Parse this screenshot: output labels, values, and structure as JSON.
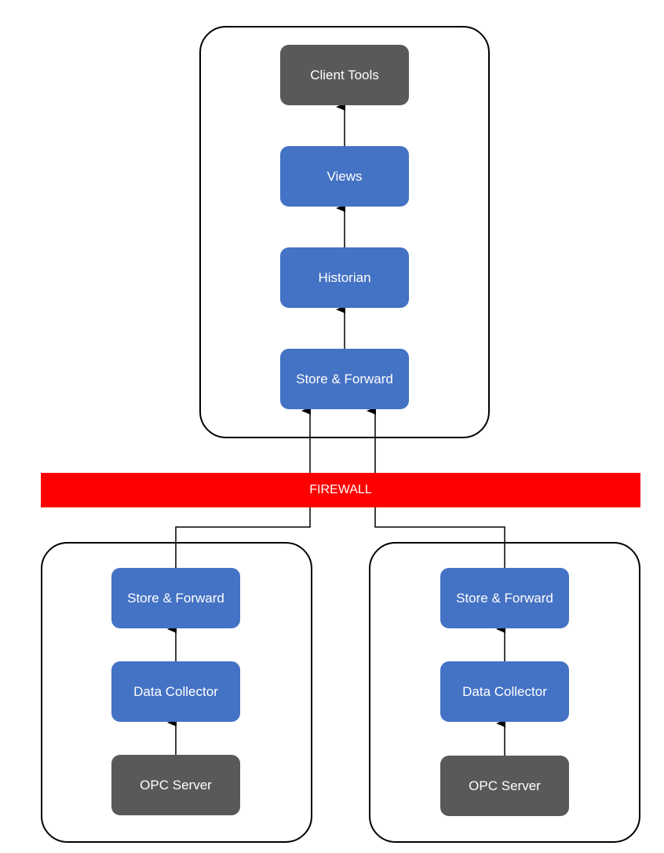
{
  "server": {
    "client_tools": "Client Tools",
    "views": "Views",
    "historian": "Historian",
    "store_forward": "Store & Forward"
  },
  "firewall": {
    "label": "FIREWALL",
    "color": "#ff0000"
  },
  "site_left": {
    "store_forward": "Store & Forward",
    "data_collector": "Data Collector",
    "opc_server": "OPC Server"
  },
  "site_right": {
    "store_forward": "Store & Forward",
    "data_collector": "Data Collector",
    "opc_server": "OPC Server"
  },
  "colors": {
    "component": "#4472c4",
    "endpoint": "#595959"
  }
}
